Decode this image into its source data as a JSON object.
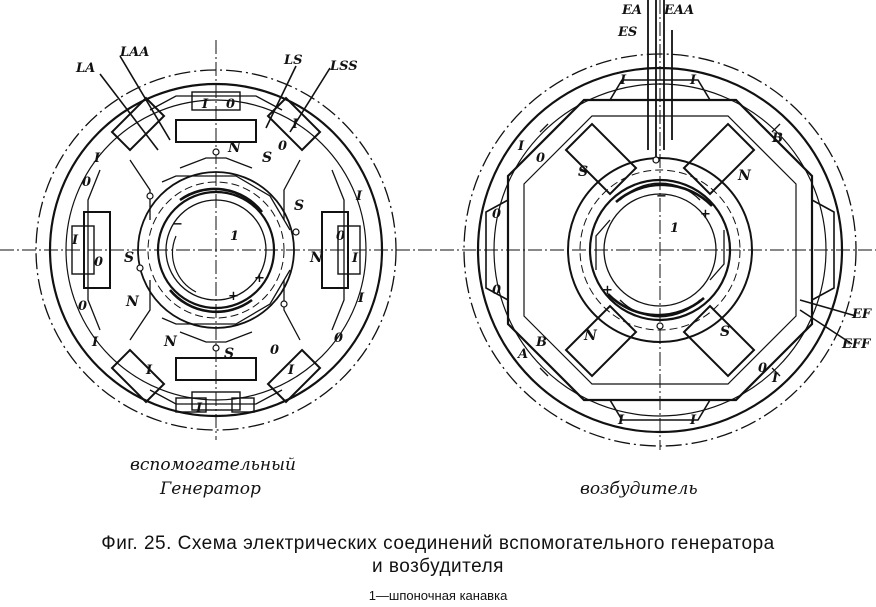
{
  "left_machine": {
    "caption_line1": "вспомогательный",
    "caption_line2": "Генератор",
    "leads": [
      "LA",
      "LAA",
      "LS",
      "LSS"
    ],
    "poles": [
      "N",
      "S",
      "N",
      "S",
      "N",
      "S",
      "N",
      "S"
    ],
    "coil_marks": [
      "I",
      "0"
    ],
    "center_mark": "1",
    "polarity_plus": "+",
    "polarity_minus": "−"
  },
  "right_machine": {
    "caption": "возбудитель",
    "leads_top": [
      "EA",
      "EAA",
      "ES"
    ],
    "leads_right": [
      "EF",
      "EFF"
    ],
    "poles": [
      "S",
      "N",
      "S",
      "N"
    ],
    "coil_marks": [
      "I",
      "0"
    ],
    "marks_ab": [
      "A",
      "B"
    ],
    "center_mark": "1",
    "polarity_plus": "+",
    "polarity_minus": "−"
  },
  "figure": {
    "caption": "Фиг. 25. Схема электрических соединений вспомогательного генератора",
    "caption_line2": "и возбудителя",
    "note": "1—шпоночная канавка"
  }
}
